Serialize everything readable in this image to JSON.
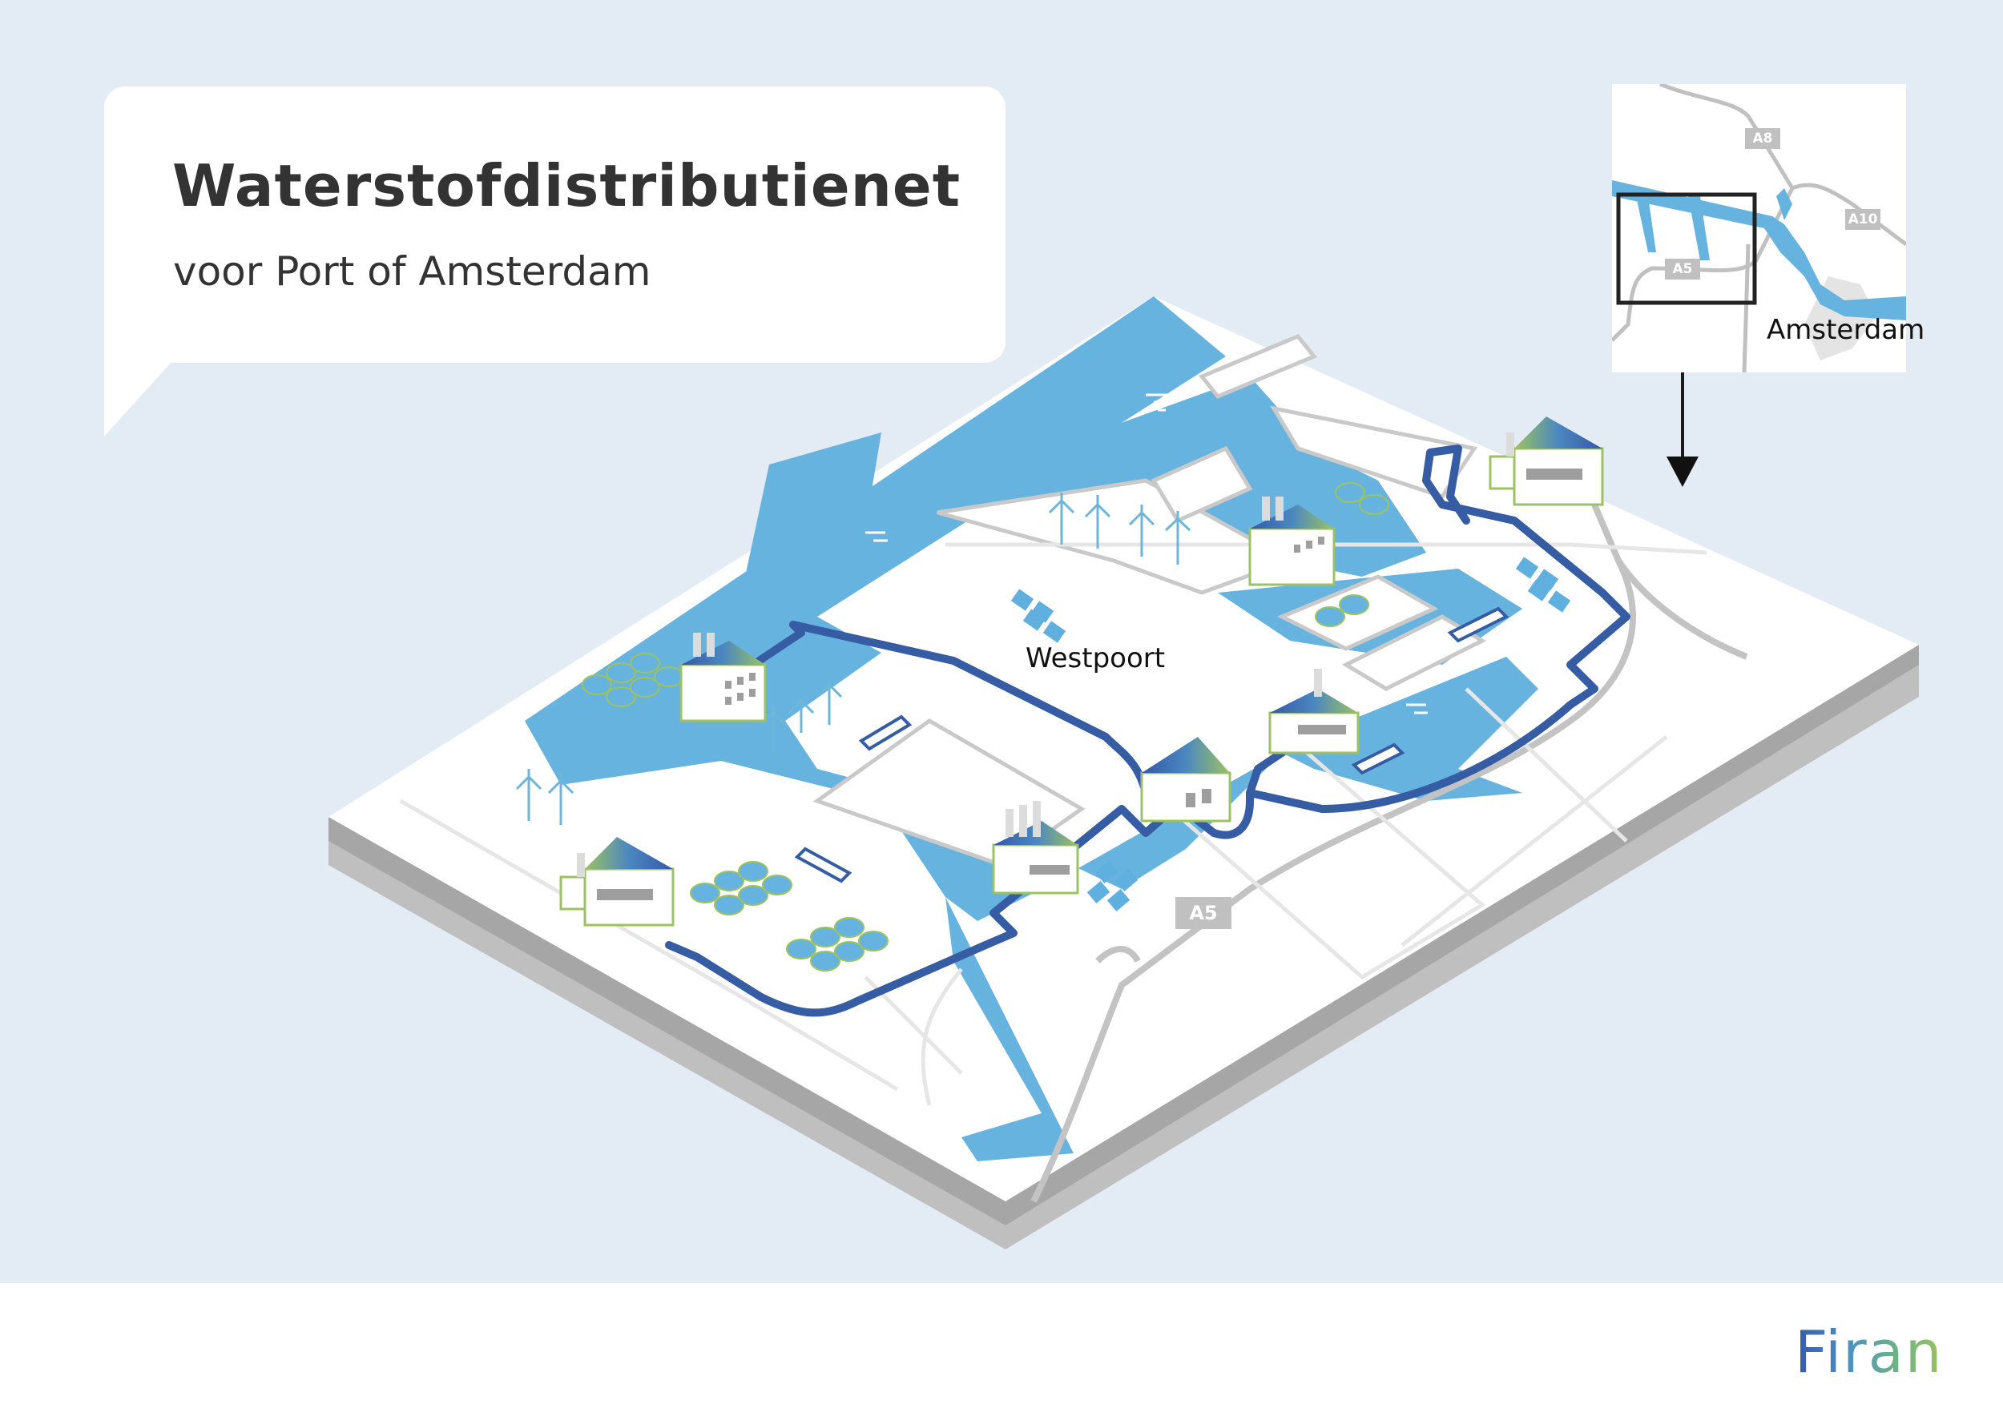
{
  "header": {
    "title": "Waterstofdistributienet",
    "subtitle": "voor Port of Amsterdam"
  },
  "map": {
    "area_label": "Westpoort",
    "road_labels": {
      "main": "A5"
    },
    "legend_entities": [
      {
        "type": "factory-large-roof",
        "count": 4
      },
      {
        "type": "factory-chimneys",
        "count": 4
      },
      {
        "type": "storage-tank-cluster",
        "count": 5
      },
      {
        "type": "wind-turbine",
        "count": 9
      },
      {
        "type": "solar-panel-array",
        "count": 4
      },
      {
        "type": "ship",
        "count": 5
      },
      {
        "type": "hydrogen-pipeline",
        "count": 1
      }
    ]
  },
  "inset": {
    "city_label": "Amsterdam",
    "road_labels": [
      "A8",
      "A10",
      "A5"
    ],
    "highlight": "Westpoort area (framed)"
  },
  "brand": {
    "logo_text": "Firan"
  },
  "colors": {
    "background": "#e3ebf5",
    "water": "#66b3df",
    "land": "#ffffff",
    "pipeline": "#365ca3",
    "road": "#c3c3c3",
    "accent_green": "#9cc262",
    "board_side": "#bfbfbf"
  }
}
